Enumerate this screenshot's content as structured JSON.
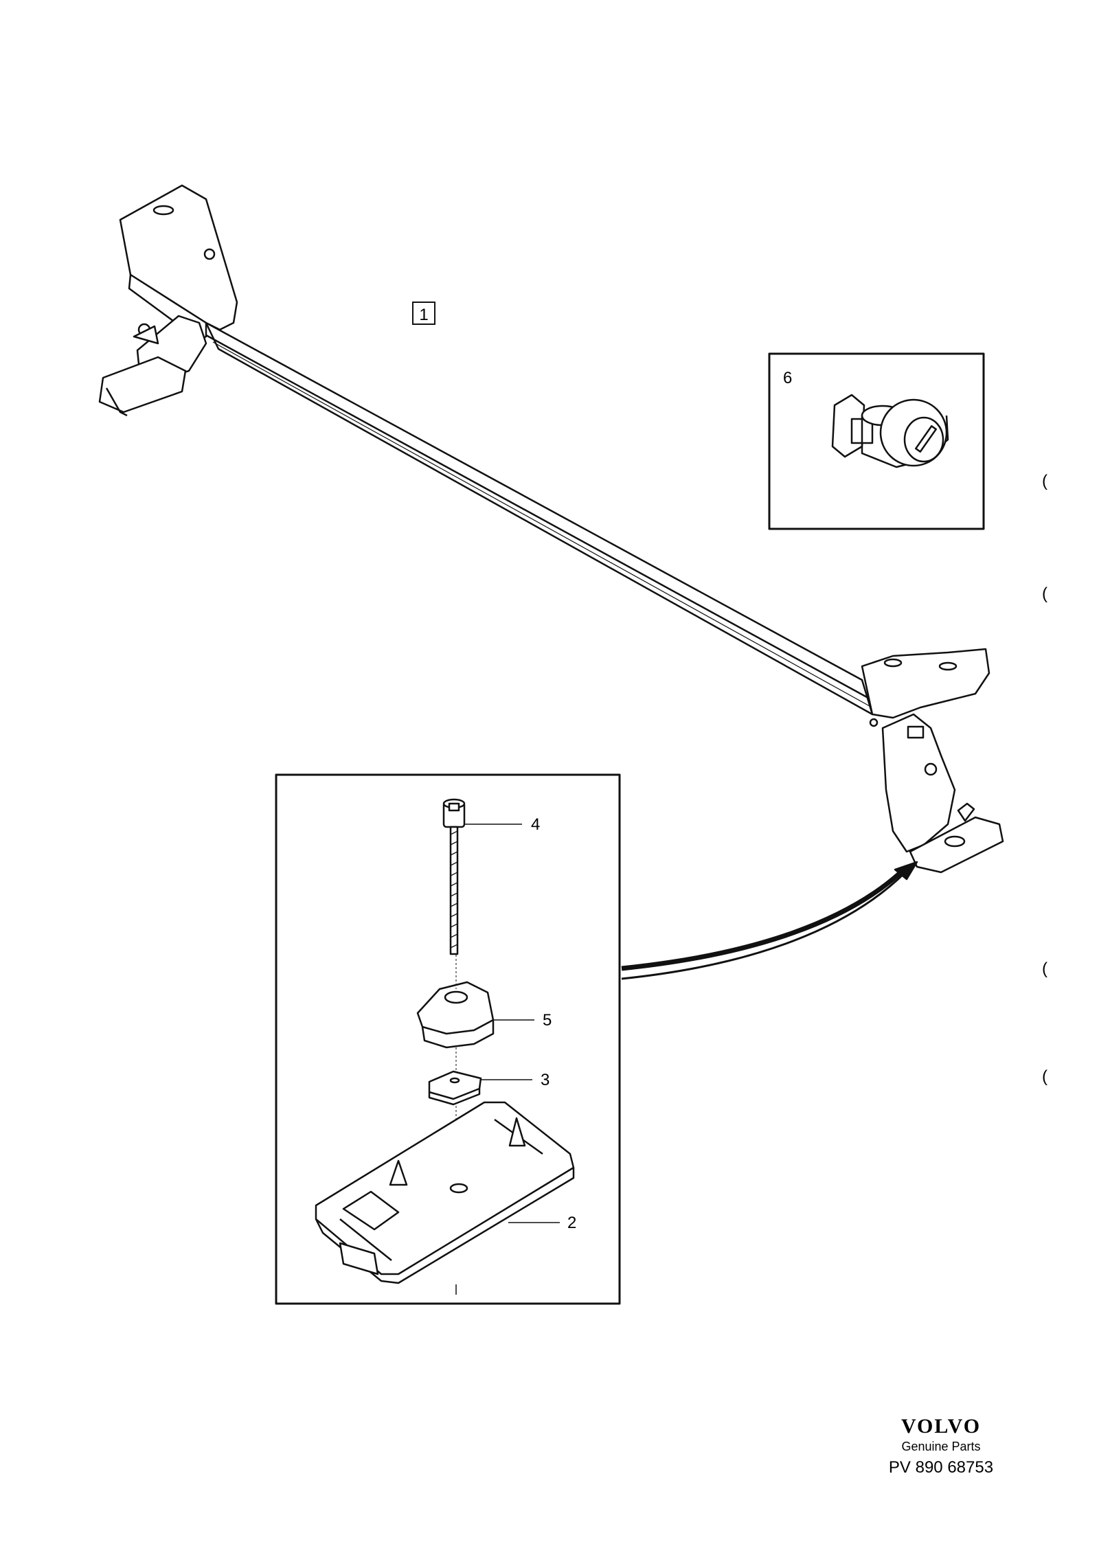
{
  "diagram": {
    "main_ref": "1",
    "labels": {
      "bolt": "4",
      "knob": "5",
      "washer": "3",
      "foot_pad": "2",
      "lock": "6"
    }
  },
  "footer": {
    "brand": "VOLVO",
    "subtitle": "Genuine Parts",
    "part_number": "PV 890 68753"
  },
  "margin_marks": [
    "(",
    "(",
    "(",
    "("
  ]
}
